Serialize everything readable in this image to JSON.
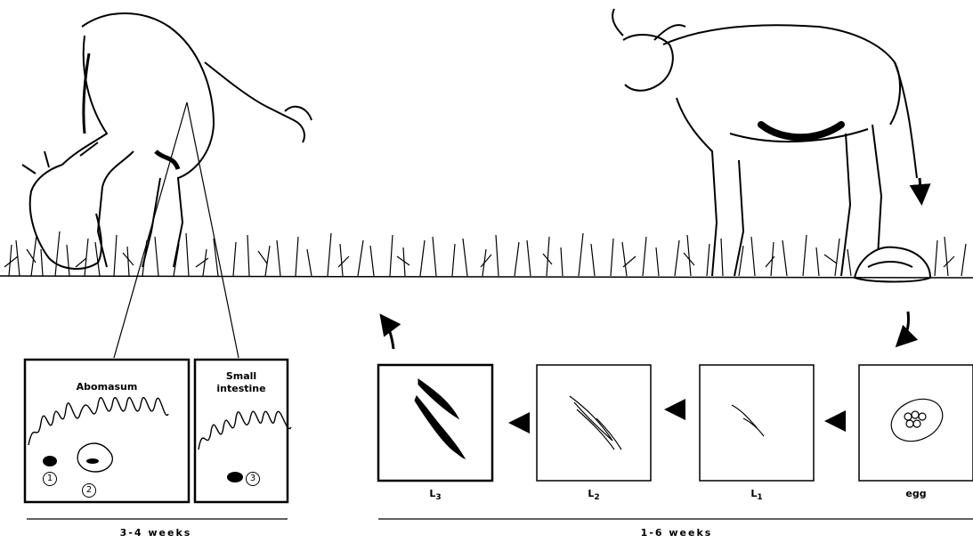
{
  "organs": {
    "abomasum": "Abomasum",
    "small_intestine_line1": "Small",
    "small_intestine_line2": "intestine"
  },
  "sites": [
    "1",
    "2",
    "3"
  ],
  "stages": [
    {
      "letter": "L",
      "sub": "3"
    },
    {
      "letter": "L",
      "sub": "2"
    },
    {
      "letter": "L",
      "sub": "1"
    },
    {
      "letter": "egg",
      "sub": ""
    }
  ],
  "durations": {
    "host": "3-4 weeks",
    "external": "1-6 weeks"
  }
}
